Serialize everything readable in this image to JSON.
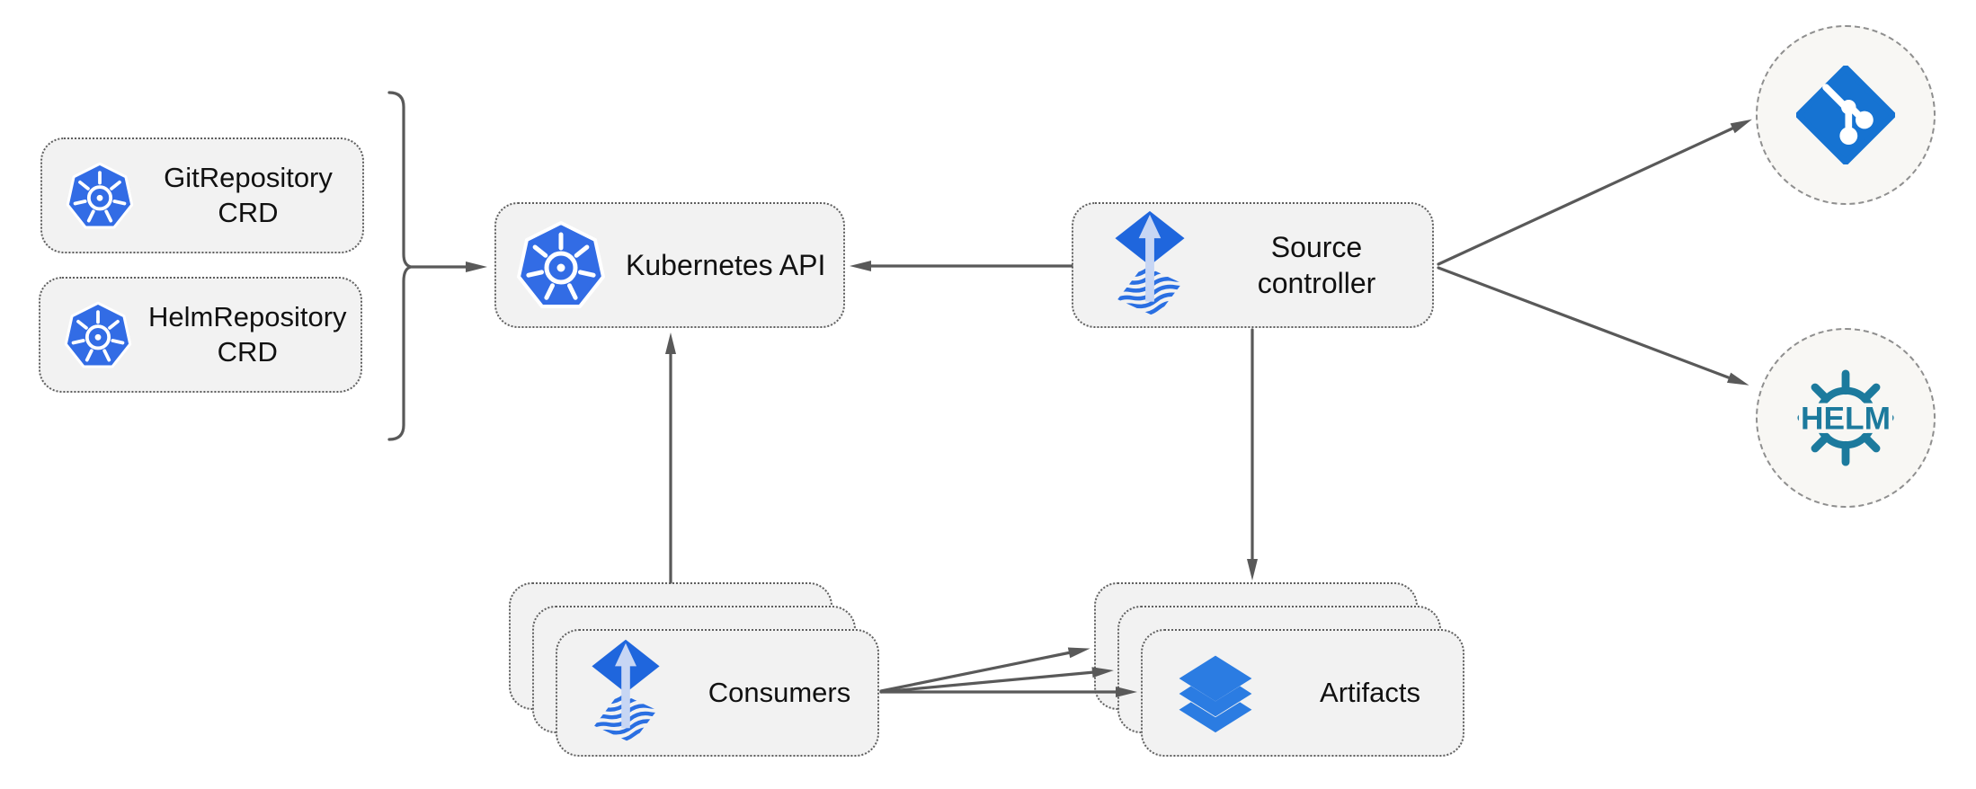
{
  "nodes": {
    "git_repository_crd": {
      "label": "GitRepository CRD",
      "icon": "kubernetes-icon"
    },
    "helm_repository_crd": {
      "label": "HelmRepository CRD",
      "icon": "kubernetes-icon"
    },
    "kubernetes_api": {
      "label": "Kubernetes API",
      "icon": "kubernetes-icon"
    },
    "source_controller": {
      "label": "Source controller",
      "icon": "flux-source-icon"
    },
    "consumers": {
      "label": "Consumers",
      "icon": "flux-source-icon",
      "stacked_copies": 3
    },
    "artifacts": {
      "label": "Artifacts",
      "icon": "layers-icon",
      "stacked_copies": 3
    },
    "git": {
      "icon": "git-icon"
    },
    "helm": {
      "icon": "helm-icon",
      "logo_text": "HELM"
    }
  },
  "edges": [
    {
      "from": "crd-group-brace",
      "to": "kubernetes_api"
    },
    {
      "from": "source_controller",
      "to": "kubernetes_api"
    },
    {
      "from": "consumers",
      "to": "kubernetes_api"
    },
    {
      "from": "source_controller",
      "to": "git"
    },
    {
      "from": "source_controller",
      "to": "helm"
    },
    {
      "from": "source_controller",
      "to": "artifacts"
    },
    {
      "from": "consumers",
      "to": "artifacts"
    },
    {
      "from": "consumers",
      "to": "artifacts"
    },
    {
      "from": "consumers",
      "to": "artifacts"
    }
  ],
  "colors": {
    "kubernetes_blue": "#326ce5",
    "flux_blue": "#1f66dd",
    "flux_arrow_light": "#c7d6f4",
    "flux_waves_blue": "#2a6fe2",
    "git_blue": "#1673d2",
    "helm_teal": "#1c7a9d",
    "layers_blue": "#2b7ce2",
    "arrow_gray": "#595959",
    "node_fill": "#f2f2f2",
    "circle_fill": "#f8f7f4",
    "text": "#111111"
  }
}
